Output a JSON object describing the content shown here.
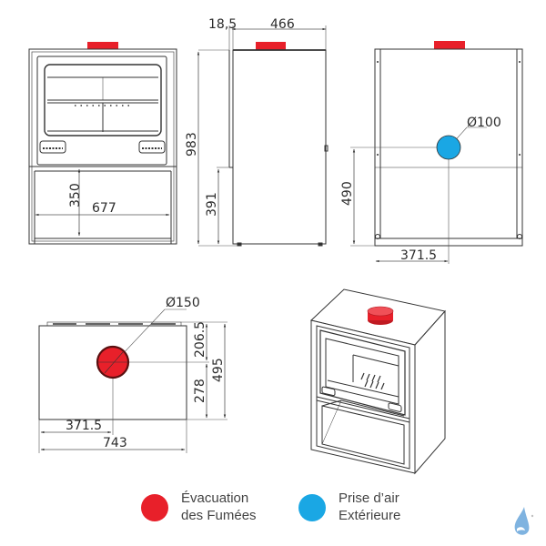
{
  "colors": {
    "smoke_exhaust": "#e8202a",
    "air_intake": "#1aa7e4",
    "line": "#333333",
    "dim_line": "#555555",
    "logo": "#7fb3e0"
  },
  "views": {
    "front": {
      "label": "front-view",
      "dims": {
        "height_niche": "350",
        "width_niche": "677"
      }
    },
    "side": {
      "label": "side-view",
      "dims": {
        "offset": "18,5",
        "depth": "466",
        "total_height": "983",
        "lower_height": "391"
      }
    },
    "back": {
      "label": "back-view",
      "dims": {
        "air_diameter": "Ø100",
        "air_height": "490",
        "air_offset": "371.5"
      }
    },
    "top": {
      "label": "top-view",
      "dims": {
        "flue_diameter": "Ø150",
        "flue_front": "206.5",
        "flue_back": "278",
        "total_depth": "495",
        "flue_offset": "371.5",
        "total_width": "743"
      }
    },
    "iso": {
      "label": "isometric-view"
    }
  },
  "legend": {
    "smoke": {
      "line1": "Évacuation",
      "line2": "des Fumées"
    },
    "air": {
      "line1": "Prise d’air",
      "line2": "Extérieure"
    }
  },
  "logo": {
    "icon": "water-drop-logo"
  }
}
